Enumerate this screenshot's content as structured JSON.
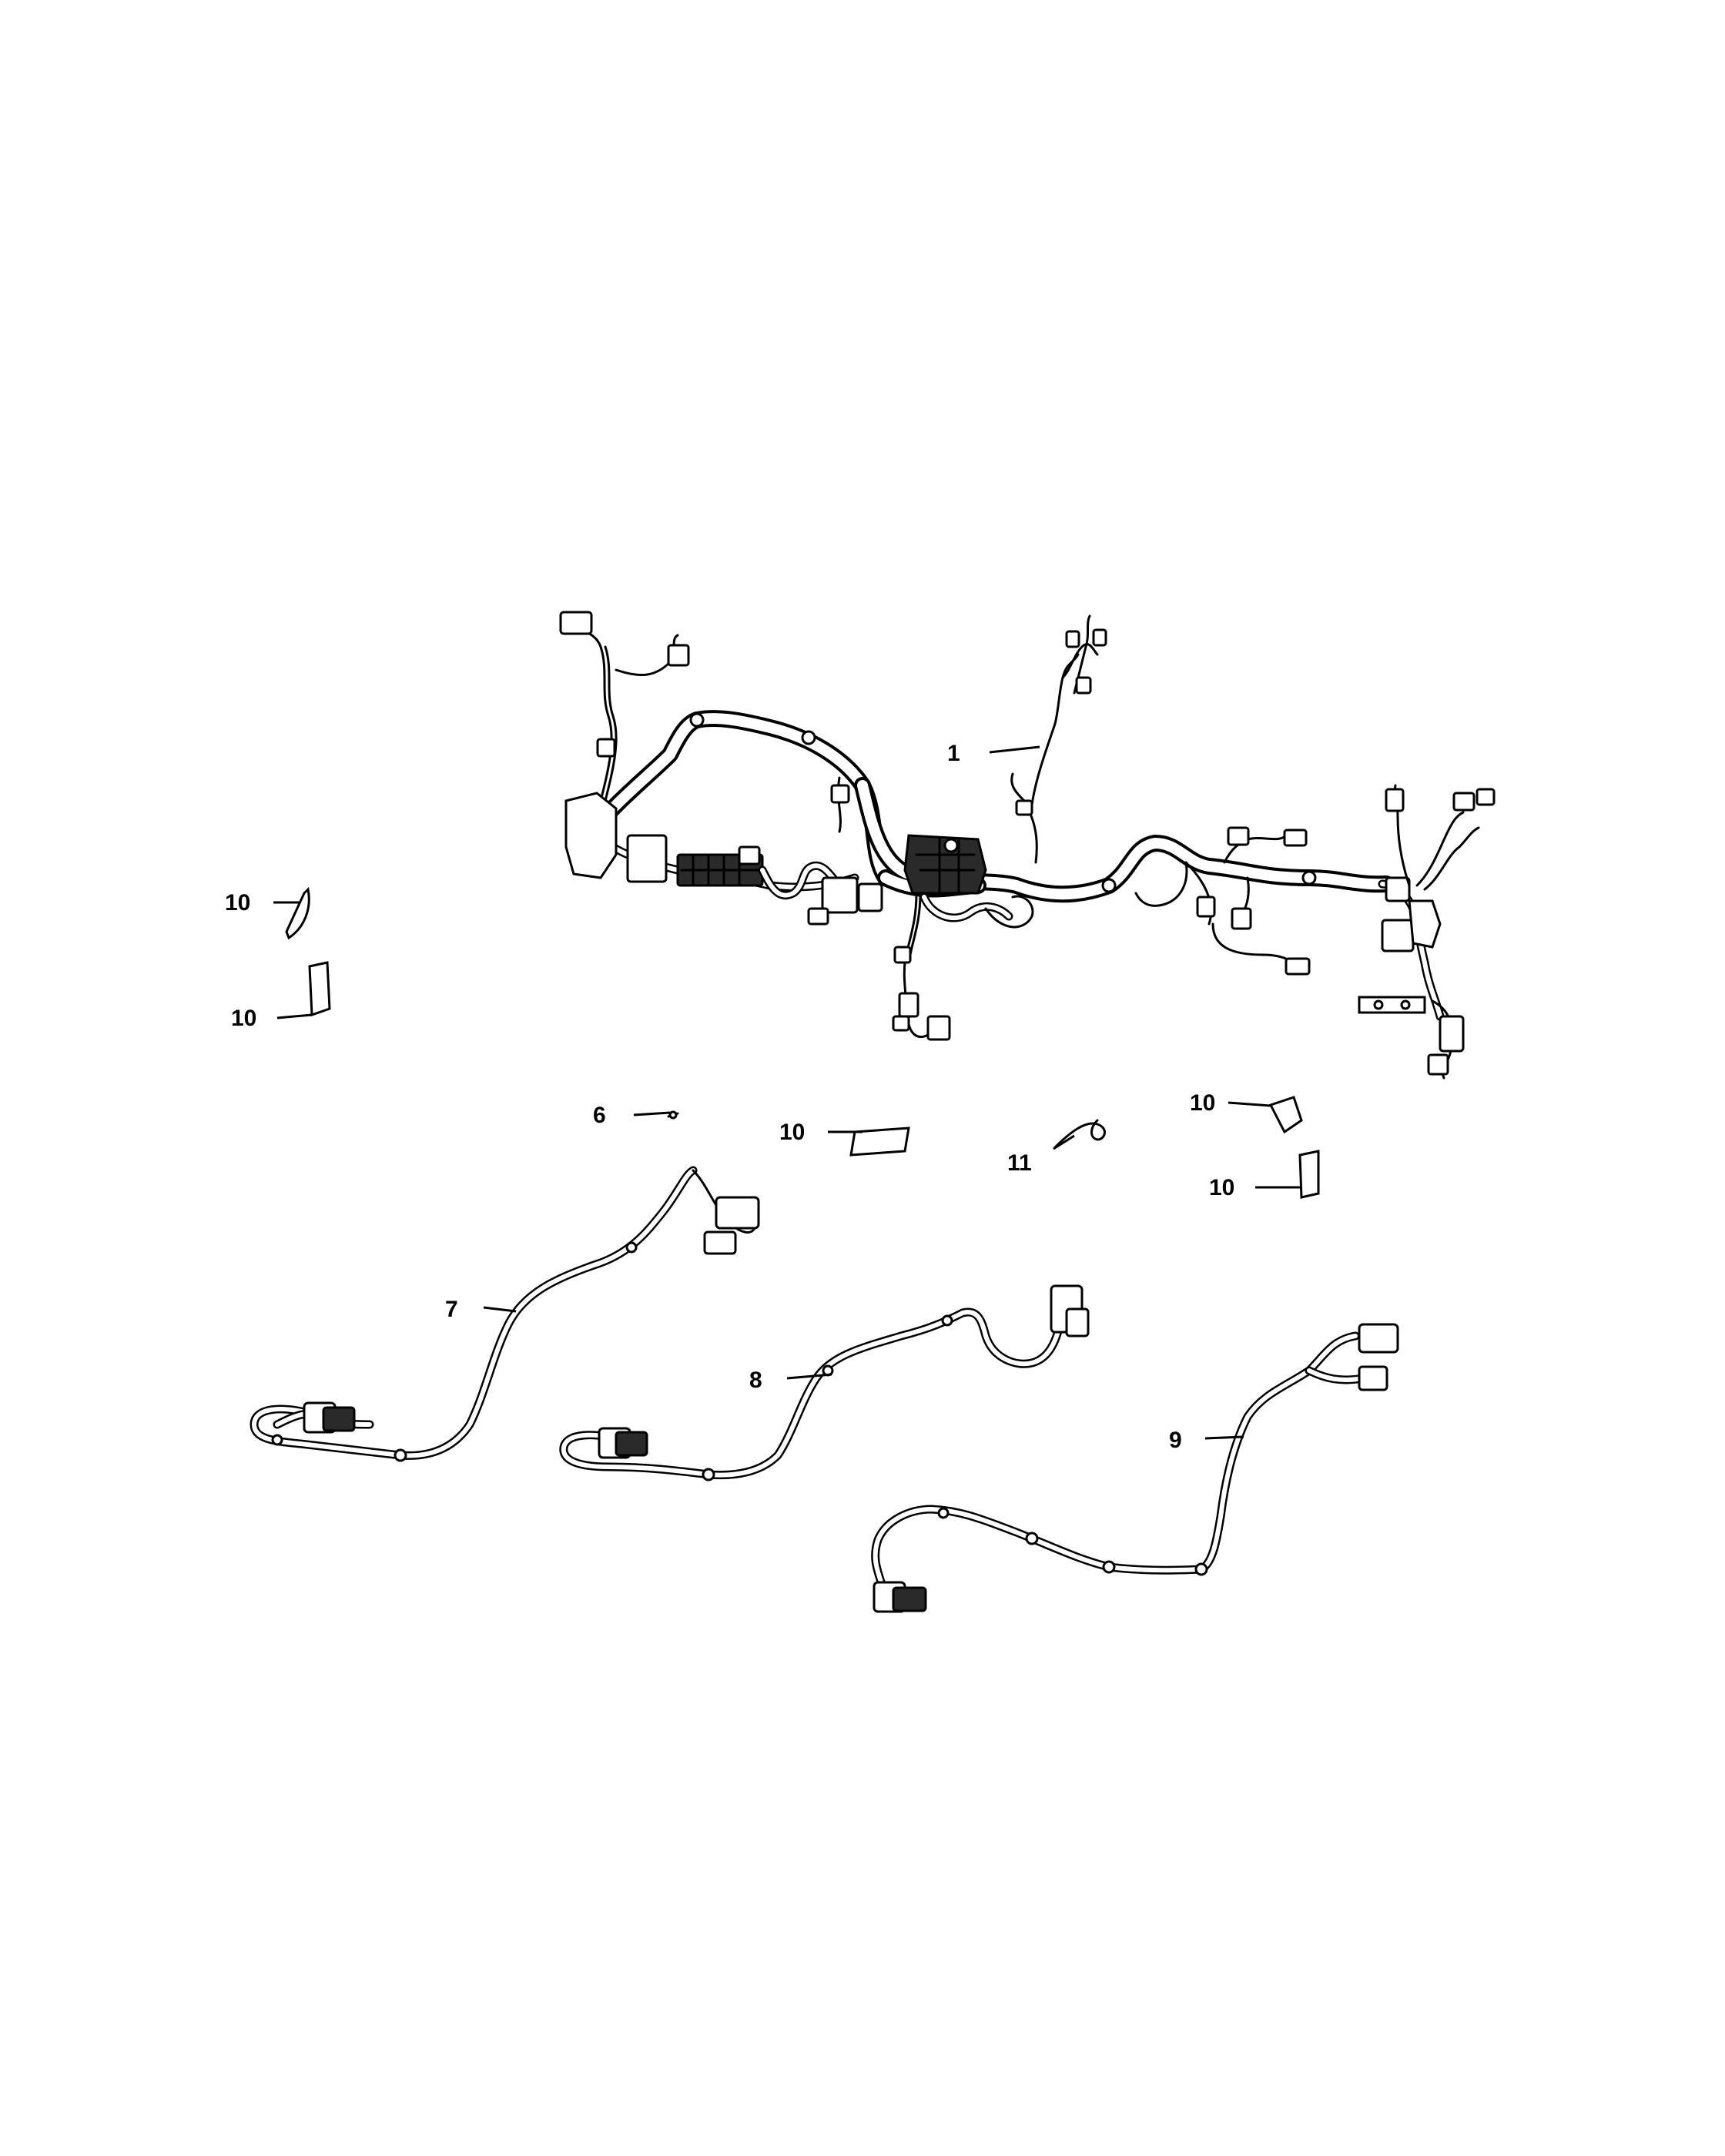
{
  "callouts": [
    {
      "id": "c1",
      "text": "1"
    },
    {
      "id": "c6",
      "text": "6"
    },
    {
      "id": "c7",
      "text": "7"
    },
    {
      "id": "c8",
      "text": "8"
    },
    {
      "id": "c9",
      "text": "9"
    },
    {
      "id": "c10a",
      "text": "10"
    },
    {
      "id": "c10b",
      "text": "10"
    },
    {
      "id": "c10c",
      "text": "10"
    },
    {
      "id": "c10d",
      "text": "10"
    },
    {
      "id": "c10e",
      "text": "10"
    },
    {
      "id": "c11",
      "text": "11"
    }
  ]
}
